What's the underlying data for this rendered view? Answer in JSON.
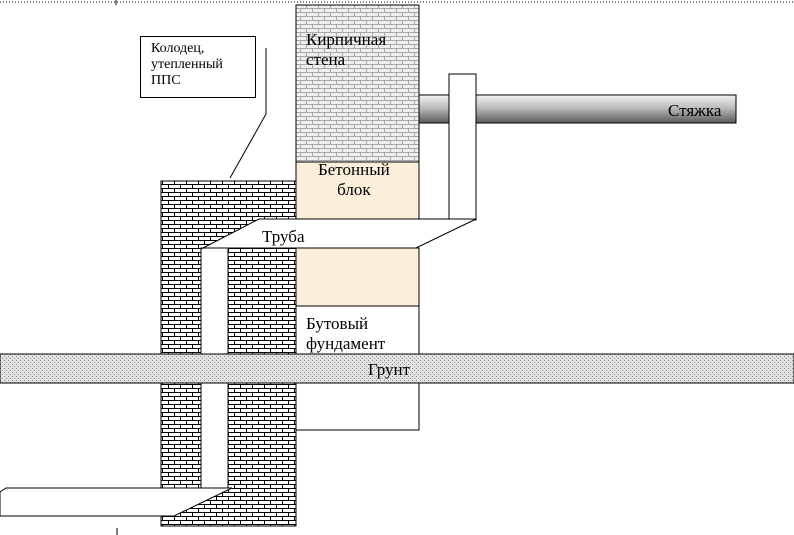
{
  "labels": {
    "brick_wall": [
      "Кирпичная",
      "стена"
    ],
    "concrete_block": [
      "Бетонный",
      "блок"
    ],
    "pipe": "Труба",
    "screed": "Стяжка",
    "rubble_foundation": [
      "Бутовый",
      "фундамент"
    ],
    "ground": "Грунт",
    "well_callout": [
      "Колодец,",
      "утепленный",
      "ППС"
    ]
  },
  "colors": {
    "outline": "#000000",
    "concrete_fill": "#fbefdc",
    "brick_wall_fill": "#e8e8e8",
    "ground_fill": "#d9d9d9"
  }
}
